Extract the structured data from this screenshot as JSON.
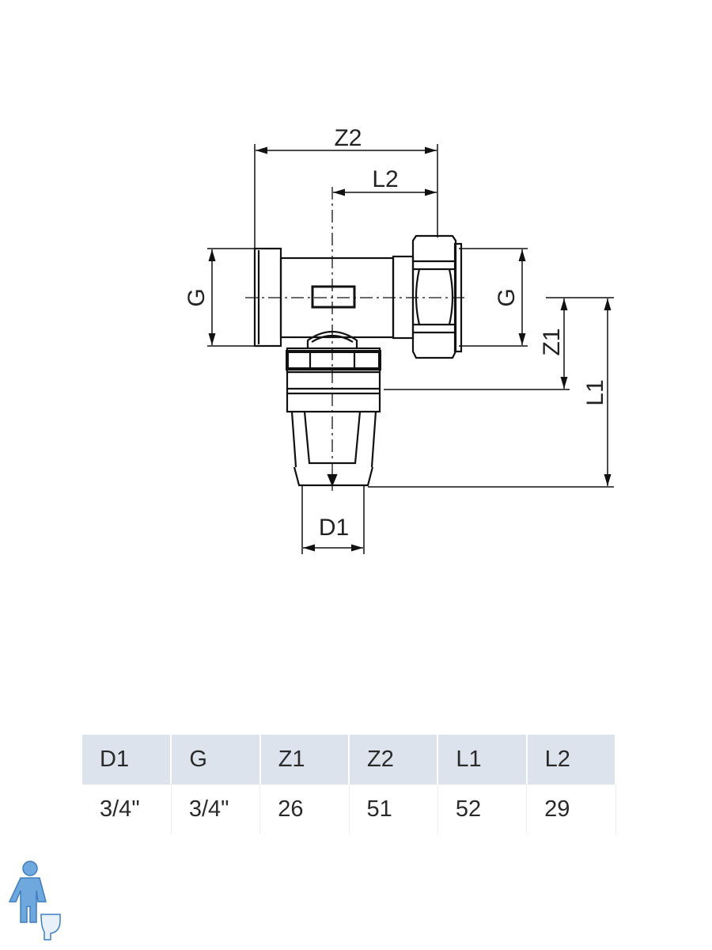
{
  "drawing": {
    "labels": {
      "Z2": "Z2",
      "L2": "L2",
      "G_left": "G",
      "G_right": "G",
      "Z1": "Z1",
      "L1": "L1",
      "D1": "D1"
    }
  },
  "table": {
    "headers": [
      "D1",
      "G",
      "Z1",
      "Z2",
      "L1",
      "L2"
    ],
    "values": [
      "3/4\"",
      "3/4\"",
      "26",
      "51",
      "52",
      "29"
    ]
  },
  "colors": {
    "header_bg": "#dde3ec",
    "line": "#111111",
    "logo": "#4a8fd0"
  }
}
